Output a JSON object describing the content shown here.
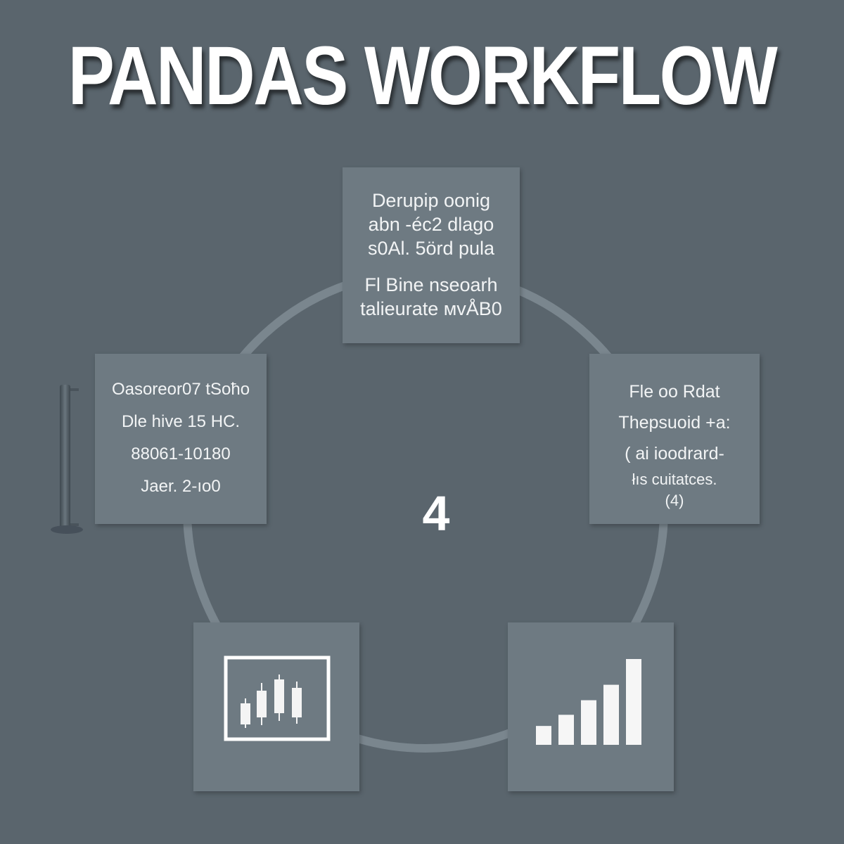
{
  "title": "PANDAS WORKFLOW",
  "center_number": "4",
  "boxes": {
    "top": {
      "lines": [
        "Derupip oonig",
        "abn -éc2 dlago",
        "s0Al. 5örd pula",
        "Fl Bine nseoarh",
        "talieurate мvÅB0"
      ]
    },
    "left": {
      "lines": [
        "Oasoreor07 tSoħo",
        "Dle hive 15 HC.",
        "88061-10180",
        "Jaer. 2-ıo0"
      ]
    },
    "right": {
      "lines": [
        "Fle oo Rdat",
        "Thepsuoid +a:",
        "( ai ioodrard-",
        "łıs cuitatces.",
        "(4)"
      ]
    },
    "bottom_left": {
      "icon": "candlestick-chart-icon"
    },
    "bottom_right": {
      "icon": "bar-chart-icon",
      "bar_levels": [
        0.22,
        0.35,
        0.52,
        0.7,
        1.0
      ]
    }
  },
  "colors": {
    "background": "#5a656d",
    "box": "#6e7a82",
    "ring": "#7a868e",
    "text": "#ffffff"
  }
}
